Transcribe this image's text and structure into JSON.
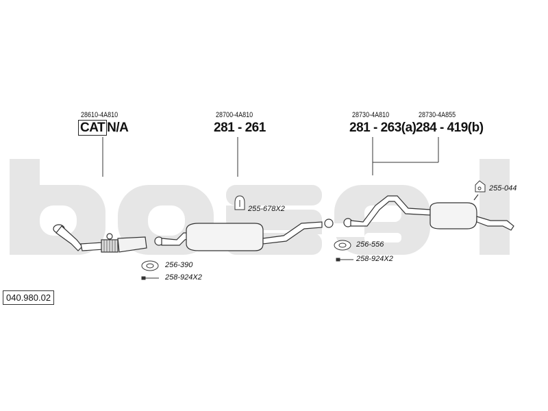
{
  "brand": {
    "watermark": "bosal",
    "color": "#e6e6e6"
  },
  "parts": [
    {
      "id": "cat",
      "part_number": "28610-4A810",
      "cat_badge": "CAT",
      "bosal_code": "N/A"
    },
    {
      "id": "front-muffler",
      "part_number": "28700-4A810",
      "bosal_code": "281 - 261"
    },
    {
      "id": "rear-a",
      "part_number": "28730-4A810",
      "bosal_code": "281 - 263(a)"
    },
    {
      "id": "rear-b",
      "part_number": "28730-4A855",
      "bosal_code": "284 - 419(b)"
    }
  ],
  "accessories": [
    {
      "id": "gasket-1",
      "code": "256-390",
      "icon": "gasket-icon"
    },
    {
      "id": "bolt-1",
      "code": "258-924X2",
      "icon": "bolt-icon"
    },
    {
      "id": "clamp-1",
      "code": "255-678X2",
      "icon": "clamp-icon"
    },
    {
      "id": "gasket-2",
      "code": "256-556",
      "icon": "gasket-icon"
    },
    {
      "id": "bolt-2",
      "code": "258-924X2",
      "icon": "bolt-icon"
    },
    {
      "id": "hanger-1",
      "code": "255-044",
      "icon": "hanger-icon"
    }
  ],
  "reference": "040.980.02"
}
